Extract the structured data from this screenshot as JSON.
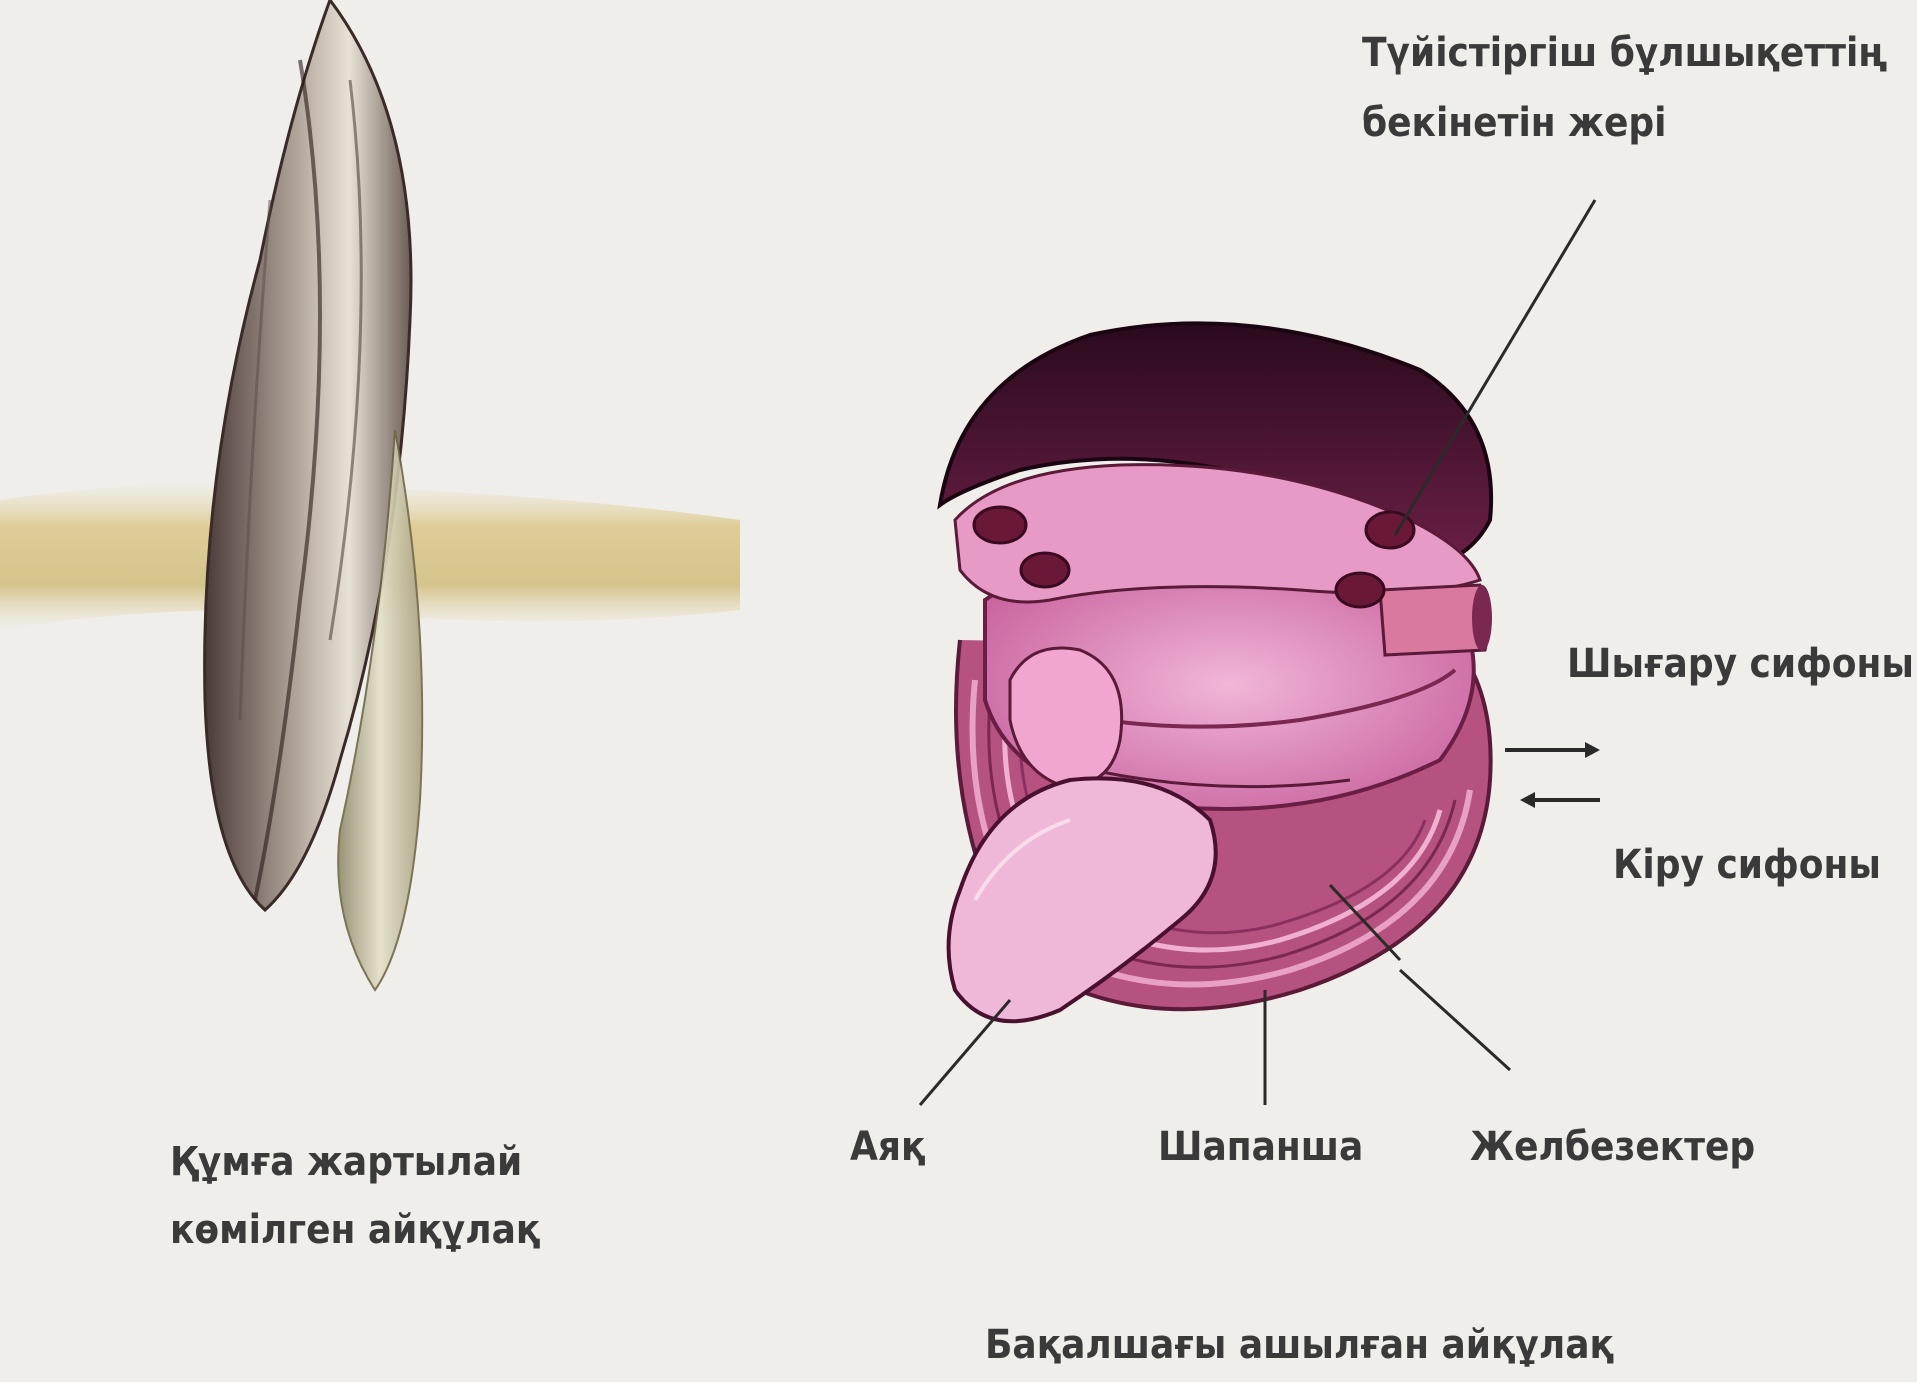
{
  "labels": {
    "attachment_line1": "Түйістіргіш бұлшықеттің",
    "attachment_line2": "бекінетін жері",
    "exhalant_siphon": "Шығару сифоны",
    "inhalant_siphon": "Кіру сифоны",
    "foot": "Аяқ",
    "mantle": "Шапанша",
    "gills": "Желбезектер",
    "caption_left_line1": "Құмға жартылай",
    "caption_left_line2": "көмілген айқұлақ",
    "caption_bottom": "Бақалшағы ашылған айқұлақ"
  },
  "colors": {
    "background": "#efeeea",
    "label_text": "#3a3a3a",
    "leader_line": "#2a2a2a",
    "body_pink": "#d98ab8",
    "shell_dark": "#4a1030",
    "sand": "#d9c99a"
  }
}
